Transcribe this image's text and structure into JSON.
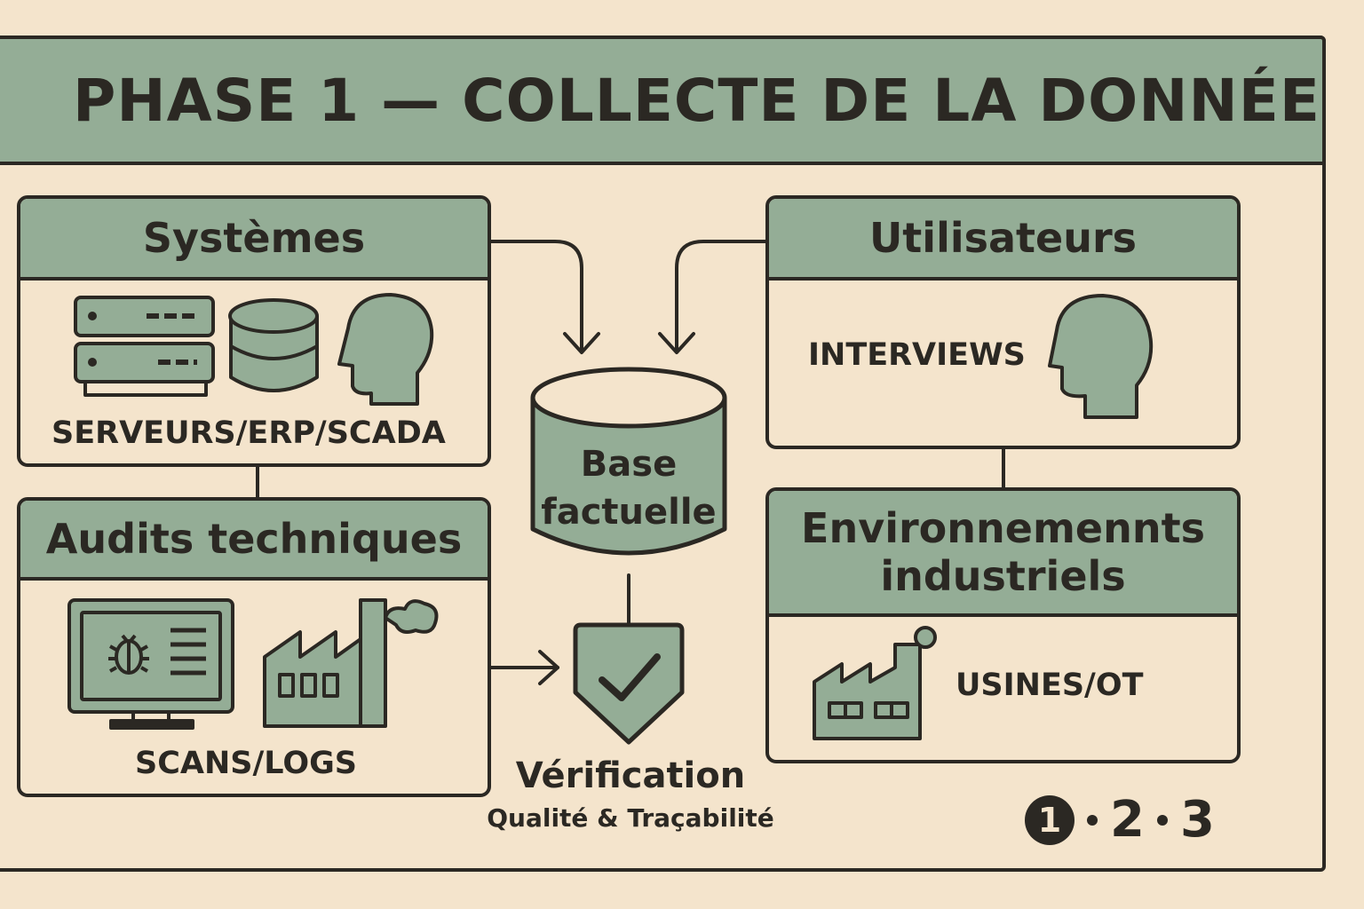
{
  "title": "PHASE 1 — COLLECTE DE LA DONNÉE",
  "colors": {
    "background": "#f4e4cc",
    "accent": "#94ad96",
    "ink": "#2b2823"
  },
  "boxes": {
    "systemes": {
      "title": "Systèmes",
      "caption": "SERVEURS/ERP/SCADA",
      "icons": [
        "server-icon",
        "database-icon",
        "head-icon"
      ]
    },
    "audits": {
      "title": "Audits techniques",
      "caption": "SCANS/LOGS",
      "icons": [
        "monitor-bug-icon",
        "factory-icon"
      ]
    },
    "utilisateurs": {
      "title": "Utilisateurs",
      "caption": "INTERVIEWS",
      "icons": [
        "head-icon"
      ]
    },
    "environnements": {
      "title_line1": "Environnemennts",
      "title_line2": "industriels",
      "caption": "USINES/OT",
      "icons": [
        "factory-icon"
      ]
    }
  },
  "database": {
    "line1": "Base",
    "line2": "factuelle"
  },
  "verification": {
    "title": "Vérification",
    "subtitle": "Qualité & Traçabilité"
  },
  "steps": {
    "current": "1",
    "items": [
      "2",
      "3"
    ]
  }
}
